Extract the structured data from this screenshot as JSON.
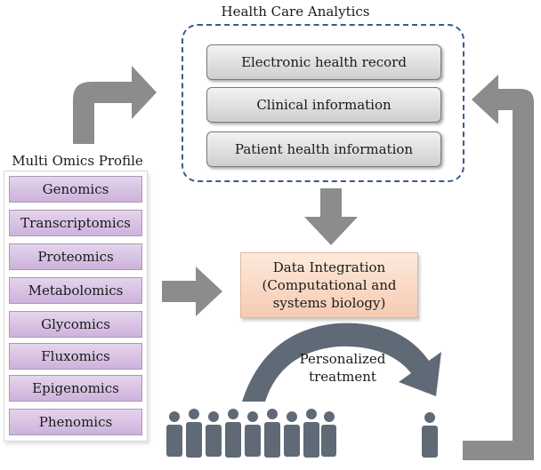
{
  "health_care_analytics": {
    "title": "Health Care Analytics",
    "items": [
      "Electronic health record",
      "Clinical information",
      "Patient health information"
    ]
  },
  "multi_omics": {
    "title": "Multi Omics Profile",
    "items": [
      "Genomics",
      "Transcriptomics",
      "Proteomics",
      "Metabolomics",
      "Glycomics",
      "Fluxomics",
      "Epigenomics",
      "Phenomics"
    ]
  },
  "data_integration": {
    "line1": "Data Integration",
    "line2": "(Computational and",
    "line3": "systems biology)"
  },
  "personalized": {
    "line1": "Personalized",
    "line2": "treatment"
  },
  "colors": {
    "arrow": "#8c8c8c",
    "panel_border": "#3a5a8c",
    "omics_fill": "#d8c3e4",
    "data_fill": "#fbdcc9",
    "people": "#5f6a76"
  }
}
